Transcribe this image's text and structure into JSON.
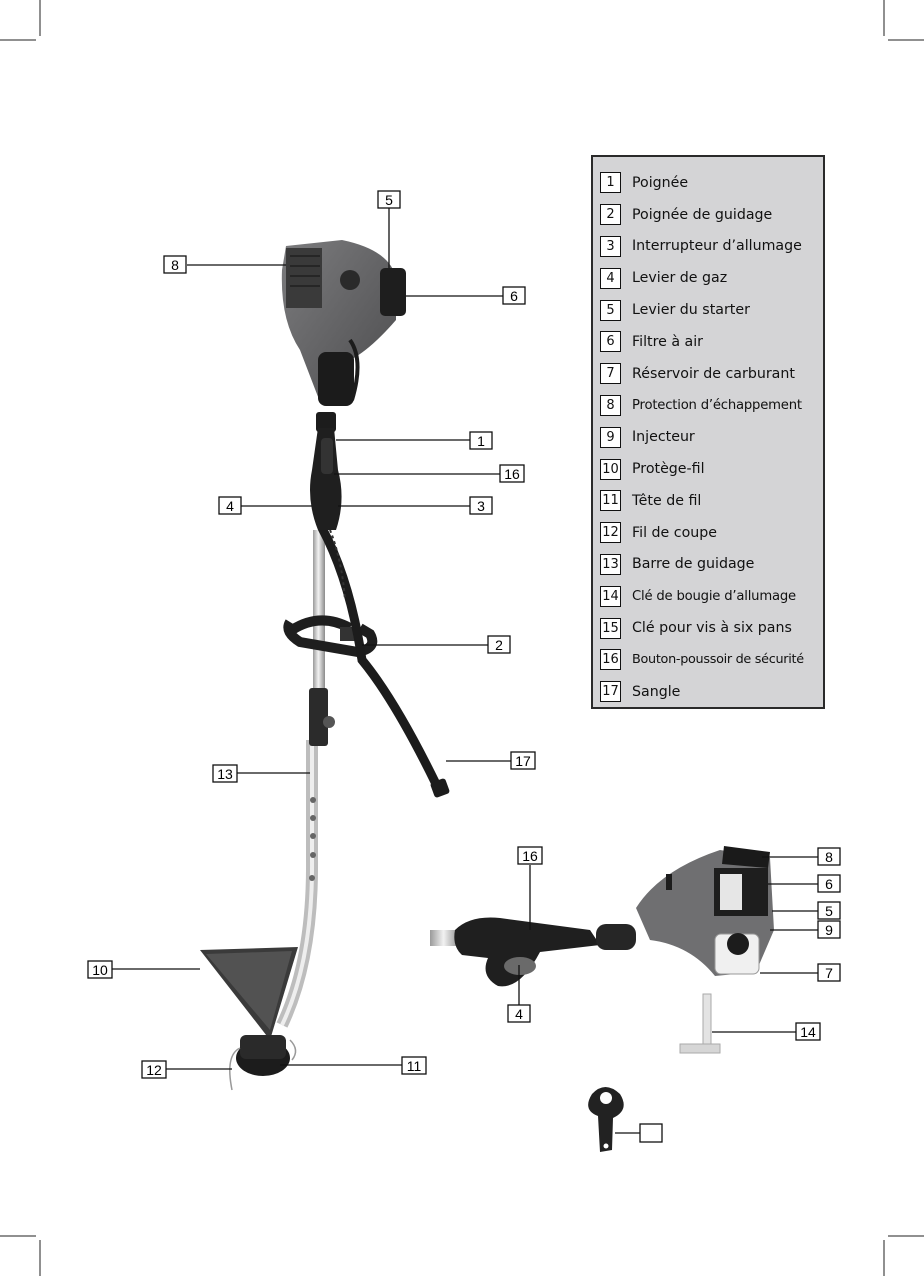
{
  "legend": {
    "items": [
      {
        "num": "1",
        "label": "Poignée"
      },
      {
        "num": "2",
        "label": "Poignée de guidage"
      },
      {
        "num": "3",
        "label": "Interrupteur d’allumage"
      },
      {
        "num": "4",
        "label": "Levier de gaz"
      },
      {
        "num": "5",
        "label": "Levier du starter"
      },
      {
        "num": "6",
        "label": "Filtre à air"
      },
      {
        "num": "7",
        "label": "Réservoir de carburant"
      },
      {
        "num": "8",
        "label": "Protection d’échappement"
      },
      {
        "num": "9",
        "label": "Injecteur"
      },
      {
        "num": "10",
        "label": "Protège-fil"
      },
      {
        "num": "11",
        "label": "Tête de fil"
      },
      {
        "num": "12",
        "label": "Fil de coupe"
      },
      {
        "num": "13",
        "label": "Barre de guidage"
      },
      {
        "num": "14",
        "label": "Clé de bougie d’allumage"
      },
      {
        "num": "15",
        "label": "Clé pour vis à six pans"
      },
      {
        "num": "16",
        "label": "Bouton-poussoir de sécurité"
      },
      {
        "num": "17",
        "label": "Sangle"
      }
    ]
  },
  "callouts_main": {
    "c5": "5",
    "c8": "8",
    "c6": "6",
    "c1": "1",
    "c16": "16",
    "c4": "4",
    "c3": "3",
    "c2": "2",
    "c17": "17",
    "c13": "13",
    "c10": "10",
    "c12": "12",
    "c11": "11"
  },
  "callouts_detail": {
    "c16": "16",
    "c4": "4",
    "c8": "8",
    "c6": "6",
    "c5": "5",
    "c9": "9",
    "c7": "7",
    "c14": "14",
    "c15": ""
  }
}
